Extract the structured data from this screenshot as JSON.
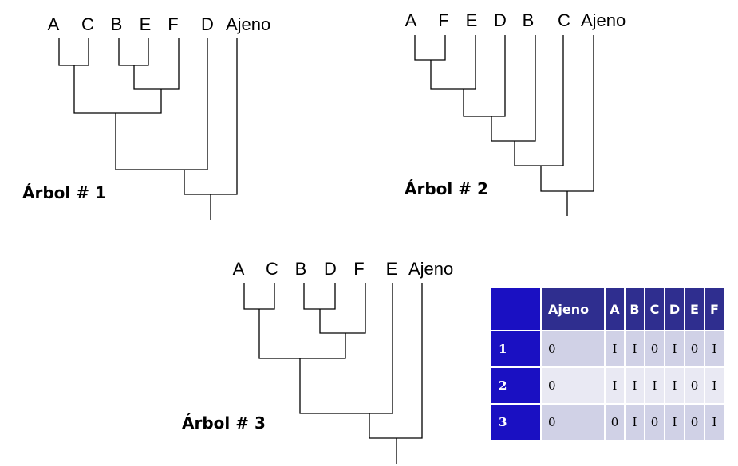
{
  "trees": [
    {
      "title": "Árbol # 1",
      "taxa": [
        "A",
        "C",
        "B",
        "E",
        "F",
        "D",
        "Ajeno"
      ]
    },
    {
      "title": "Árbol # 2",
      "taxa": [
        "A",
        "F",
        "E",
        "D",
        "B",
        "C",
        "Ajeno"
      ]
    },
    {
      "title": "Árbol # 3",
      "taxa": [
        "A",
        "C",
        "B",
        "D",
        "F",
        "E",
        "Ajeno"
      ]
    }
  ],
  "matrix": {
    "headers": [
      "Ajeno",
      "A",
      "B",
      "C",
      "D",
      "E",
      "F"
    ],
    "rows": [
      {
        "label": "1",
        "values": [
          "0",
          "I",
          "I",
          "0",
          "I",
          "0",
          "I"
        ]
      },
      {
        "label": "2",
        "values": [
          "0",
          "I",
          "I",
          "I",
          "I",
          "0",
          "I"
        ]
      },
      {
        "label": "3",
        "values": [
          "0",
          "0",
          "I",
          "0",
          "I",
          "0",
          "I"
        ]
      }
    ]
  }
}
